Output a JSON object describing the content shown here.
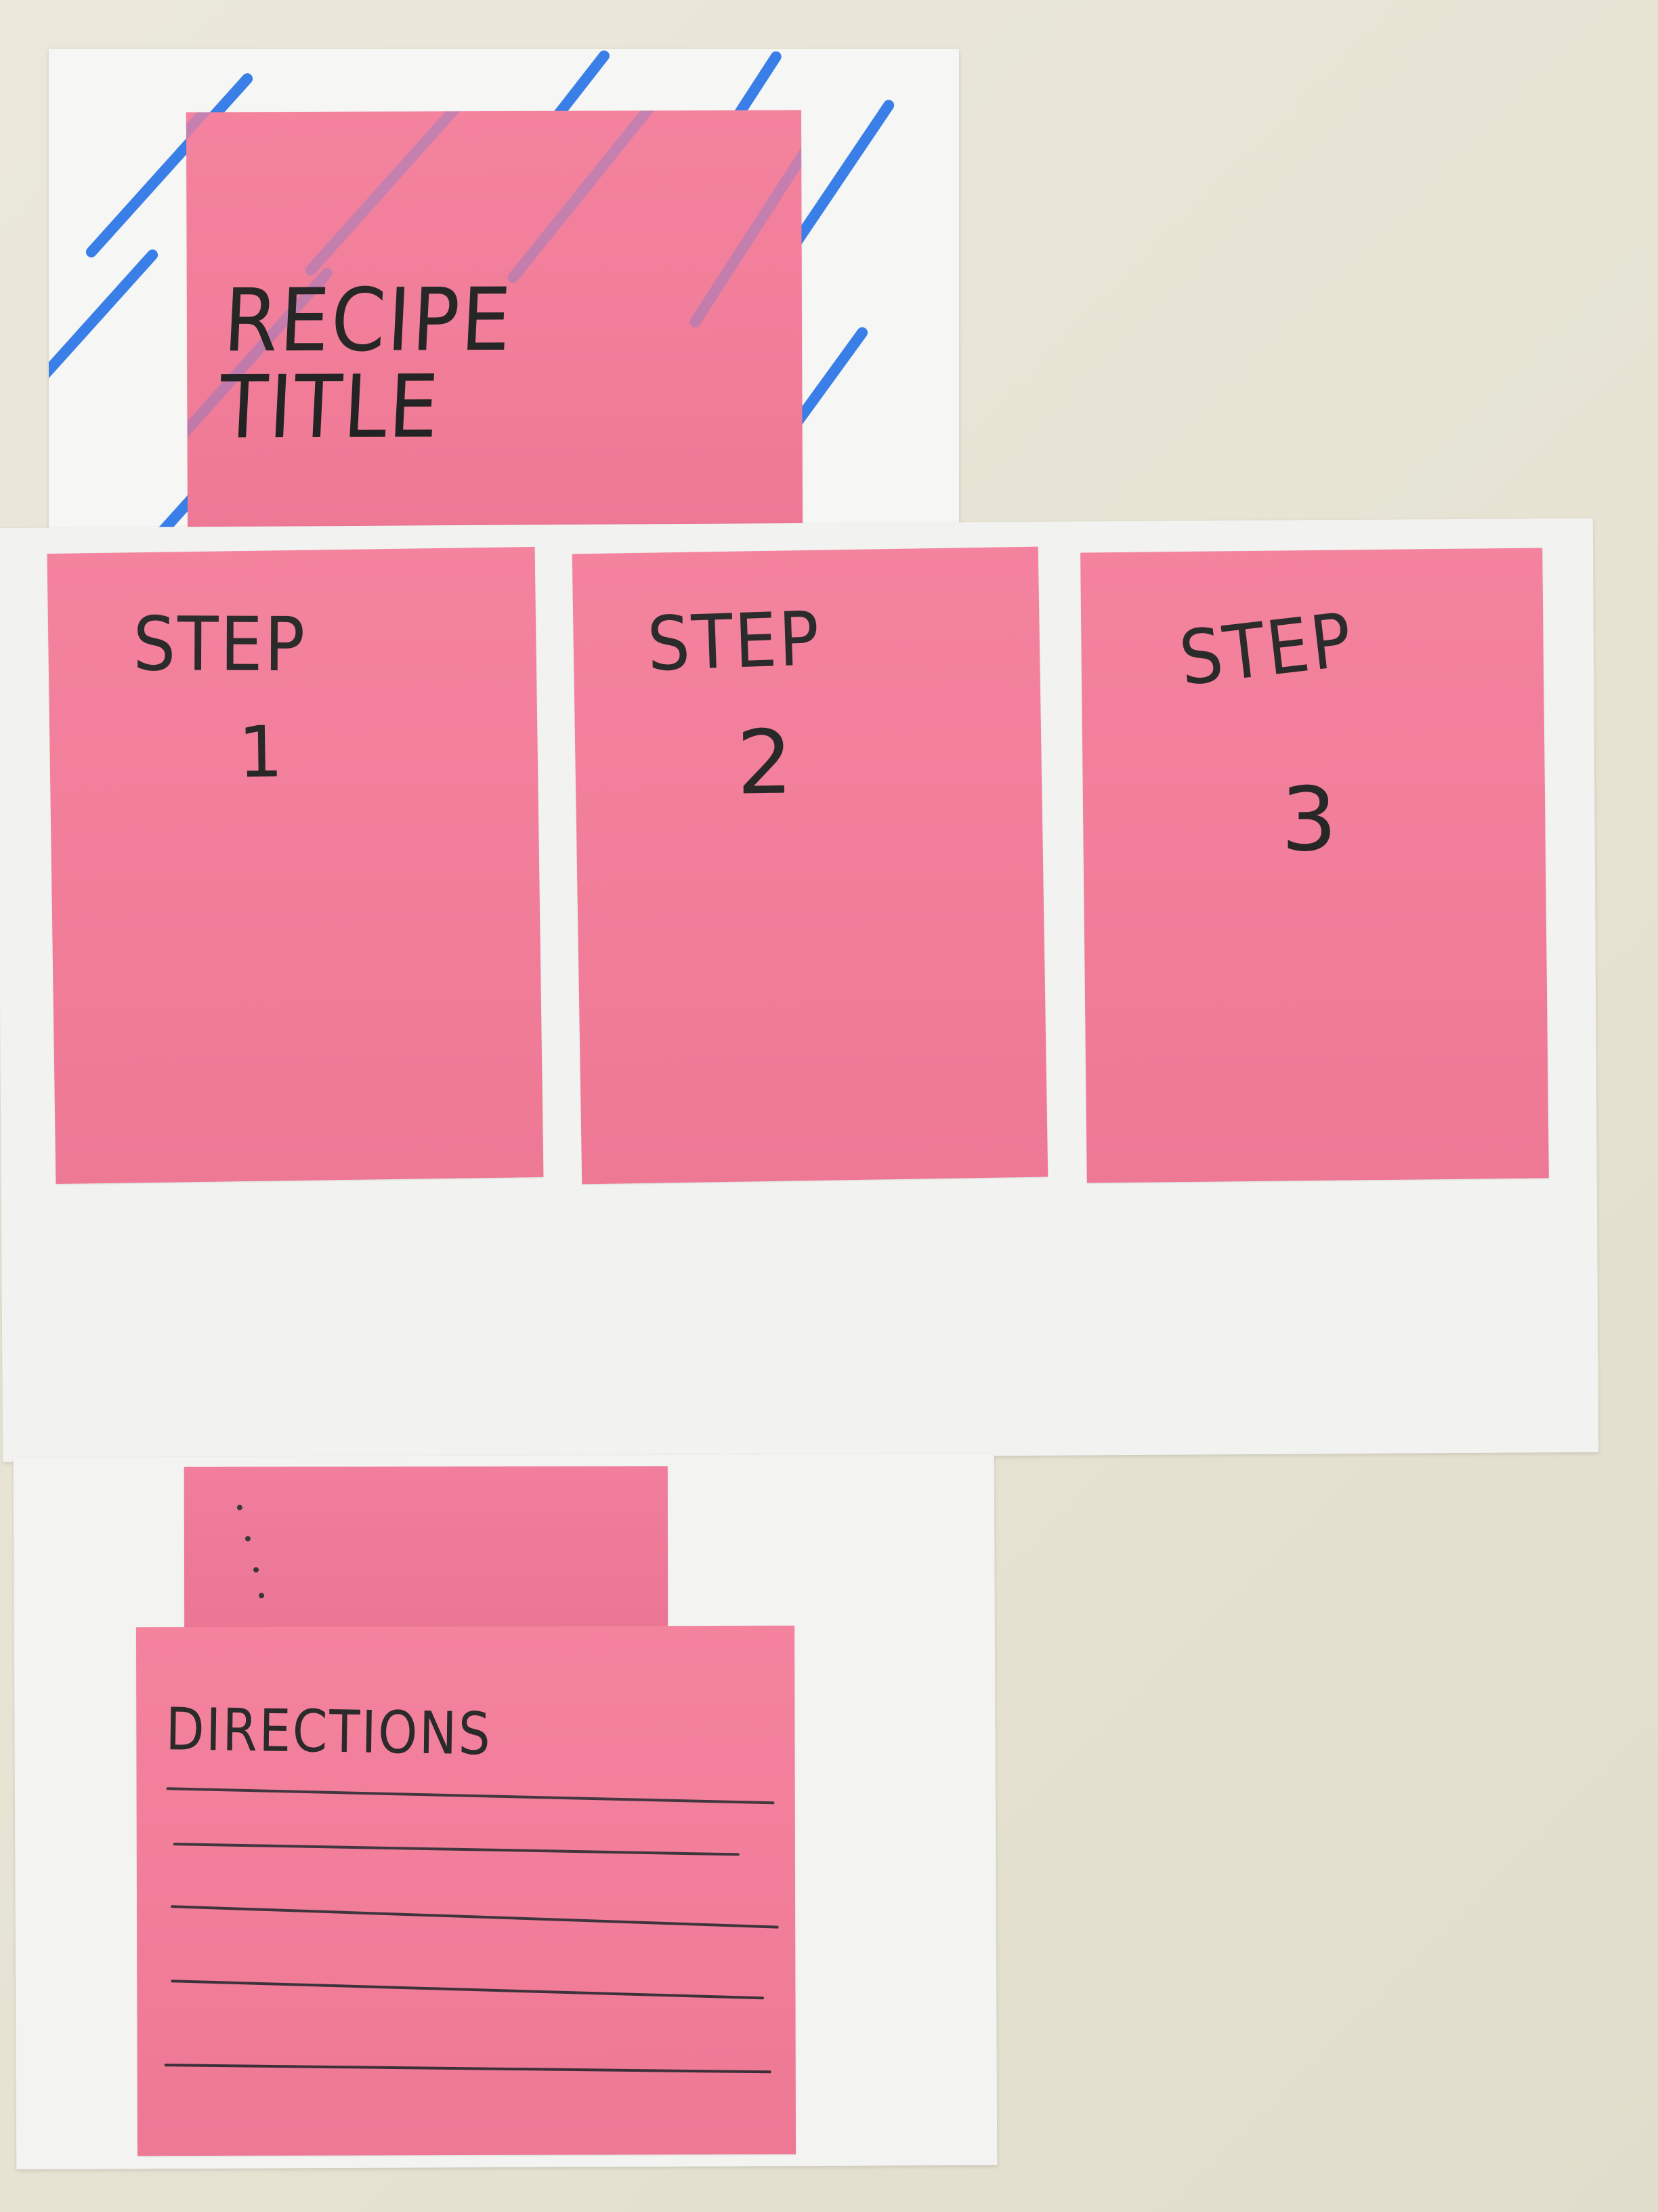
{
  "title_note": {
    "text": "Recipe Title"
  },
  "steps": [
    {
      "word": "Step",
      "number": "1"
    },
    {
      "word": "Step",
      "number": "2"
    },
    {
      "word": "Step",
      "number": "3"
    }
  ],
  "directions_note": {
    "label": "Directions"
  },
  "continuation_note": {
    "dots": "···"
  },
  "colors": {
    "surface": "#e9e6d8",
    "paper": "#f4f5f3",
    "sticky_pink": "#f37b98",
    "blue_stripes": "#2f78e6",
    "ink": "#202020"
  }
}
